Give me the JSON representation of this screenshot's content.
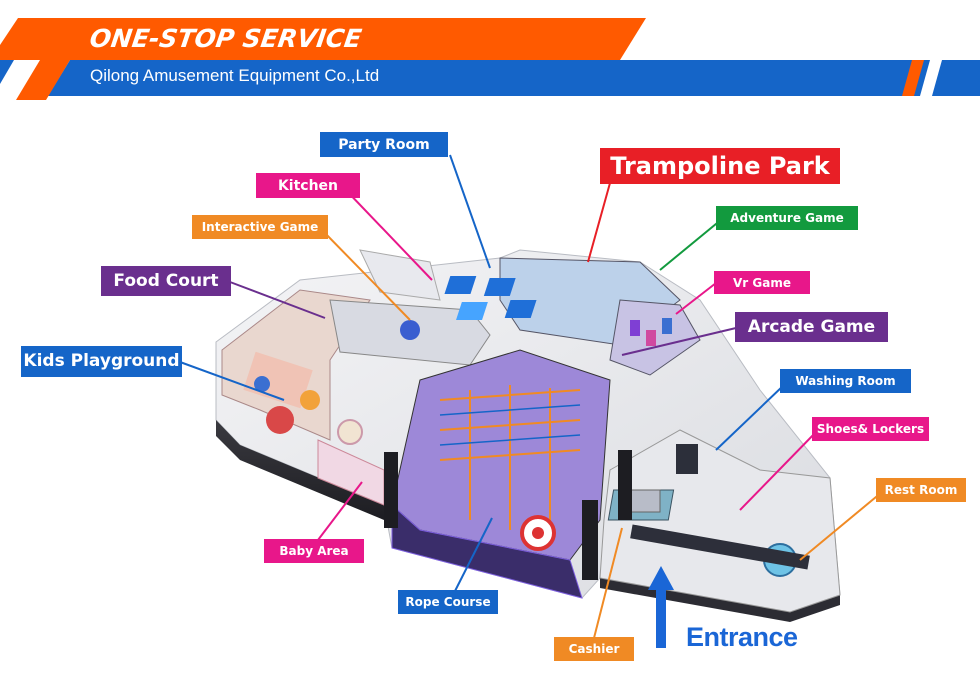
{
  "header": {
    "title": "ONE-STOP SERVICE",
    "subtitle": "Qilong Amusement Equipment Co.,Ltd",
    "orange": "#ff5a00",
    "blue": "#1565c8"
  },
  "entrance": {
    "label": "Entrance",
    "color": "#1a66d6"
  },
  "zones": [
    {
      "id": "party-room",
      "label": "Party Room",
      "color": "#1565c8"
    },
    {
      "id": "trampoline-park",
      "label": "Trampoline Park",
      "color": "#e81f26"
    },
    {
      "id": "kitchen",
      "label": "Kitchen",
      "color": "#e8178a"
    },
    {
      "id": "adventure-game",
      "label": "Adventure Game",
      "color": "#129a3e"
    },
    {
      "id": "interactive-game",
      "label": "Interactive Game",
      "color": "#f08a24"
    },
    {
      "id": "food-court",
      "label": "Food Court",
      "color": "#6a2f8e"
    },
    {
      "id": "vr-game",
      "label": "Vr Game",
      "color": "#e8178a"
    },
    {
      "id": "arcade-game",
      "label": "Arcade Game",
      "color": "#6a2f8e"
    },
    {
      "id": "kids-playground",
      "label": "Kids Playground",
      "color": "#1565c8"
    },
    {
      "id": "washing-room",
      "label": "Washing Room",
      "color": "#1565c8"
    },
    {
      "id": "shoes-lockers",
      "label": "Shoes& Lockers",
      "color": "#e8178a"
    },
    {
      "id": "rest-room",
      "label": "Rest Room",
      "color": "#f08a24"
    },
    {
      "id": "baby-area",
      "label": "Baby Area",
      "color": "#e8178a"
    },
    {
      "id": "rope-course",
      "label": "Rope Course",
      "color": "#1565c8"
    },
    {
      "id": "cashier",
      "label": "Cashier",
      "color": "#f08a24"
    }
  ]
}
